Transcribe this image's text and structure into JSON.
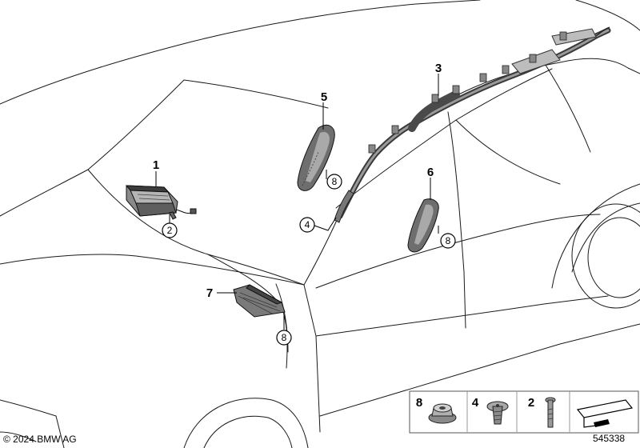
{
  "callouts": {
    "c1": "1",
    "c2": "2",
    "c3": "3",
    "c4": "4",
    "c5": "5",
    "c6": "6",
    "c7": "7",
    "c8a": "8",
    "c8b": "8",
    "c8c": "8"
  },
  "legend": {
    "item8": "8",
    "item4": "4",
    "item2": "2"
  },
  "footer": {
    "copyright": "© 2024 BMW AG",
    "diagram_id": "545338"
  }
}
